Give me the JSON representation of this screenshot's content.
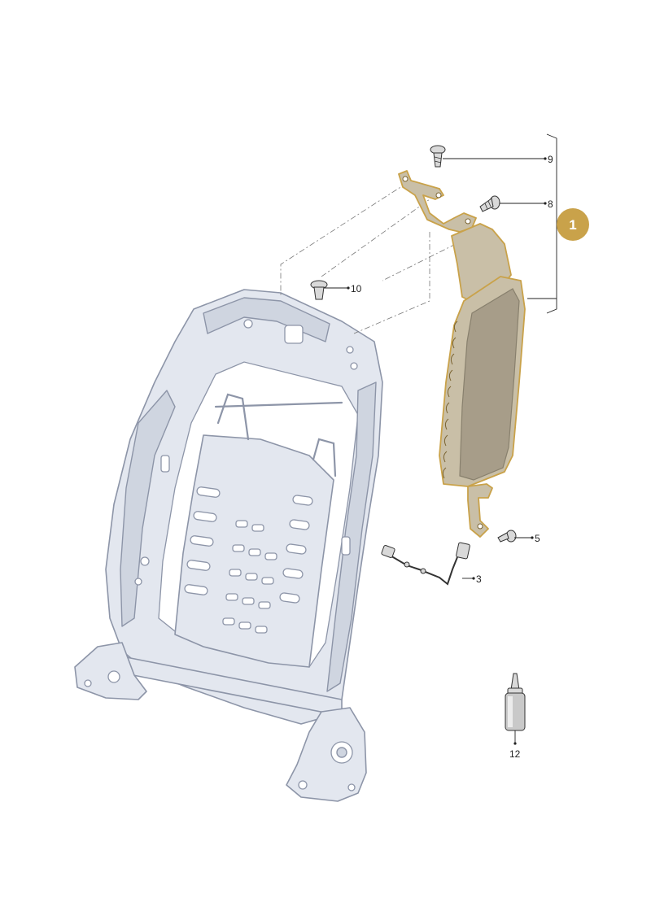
{
  "callouts": {
    "c9": "9",
    "c8": "8",
    "c10": "10",
    "c5": "5",
    "c3": "3",
    "c12": "12"
  },
  "badge": {
    "label": "1",
    "color": "#c9a24a"
  },
  "colors": {
    "frame_fill": "#e3e7ef",
    "frame_stroke": "#8d95a8",
    "highlight": "#c9a24a"
  }
}
